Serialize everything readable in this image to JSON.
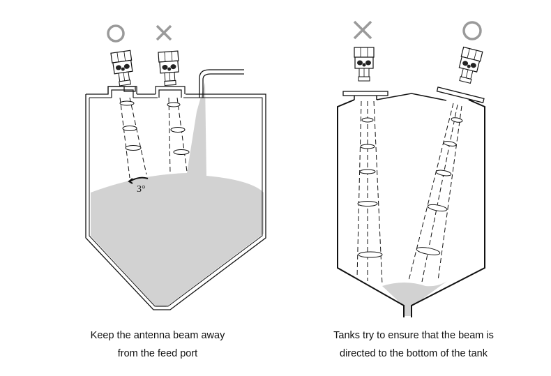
{
  "left_panel": {
    "title": "Feed port clearance",
    "marks": {
      "good": "O",
      "bad": "X"
    },
    "angle_label": "3°",
    "caption_line1": "Keep the antenna beam away",
    "caption_line2": "from the feed port"
  },
  "right_panel": {
    "title": "Beam direction",
    "marks": {
      "bad": "X",
      "good": "O"
    },
    "caption_line1": "Tanks try to ensure that the beam is",
    "caption_line2": "directed to the bottom of the tank"
  },
  "colors": {
    "mark": "#9a9a9a",
    "material": "#d2d2d2",
    "line": "#111111"
  }
}
